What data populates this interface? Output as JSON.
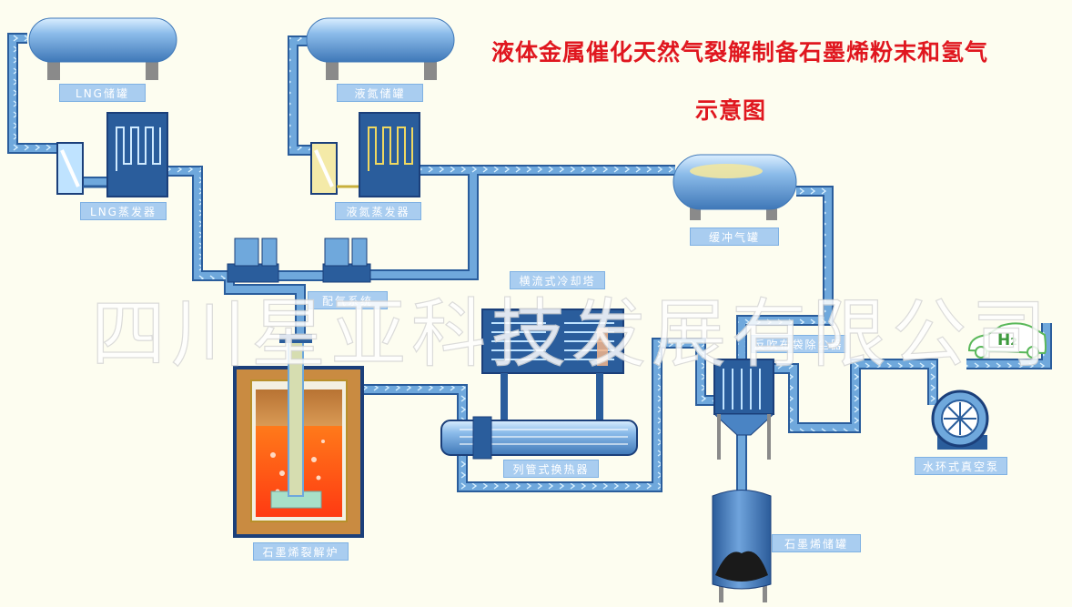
{
  "title": {
    "line1": "液体金属催化天然气裂解制备石墨烯粉末和氢气",
    "line2": "示意图"
  },
  "labels": {
    "lng_tank": "LNG储罐",
    "ln2_tank": "液氮储罐",
    "lng_vaporizer": "LNG蒸发器",
    "ln2_vaporizer": "液氮蒸发器",
    "buffer_tank": "缓冲气罐",
    "gas_pump": "配气系统",
    "cooler": "横流式冷却塔",
    "heat_exchanger": "列管式换热器",
    "bag_filter": "反吹布袋除尘器",
    "vacuum_pump": "水环式真空泵",
    "graphene_tank": "石墨烯储罐",
    "furnace": "石墨烯裂解炉",
    "h2": "H",
    "h2_sub": "2"
  },
  "watermark": "四川星亚科技发展有限公司",
  "colors": {
    "pipe": "#5b9bd5",
    "pipe_dark": "#2a5d9c",
    "tank": "#6fa8dc",
    "title": "#e0171f",
    "label_bg": "#a9cdf0",
    "molten": "#ff4a1a",
    "powder": "#c8893f"
  }
}
